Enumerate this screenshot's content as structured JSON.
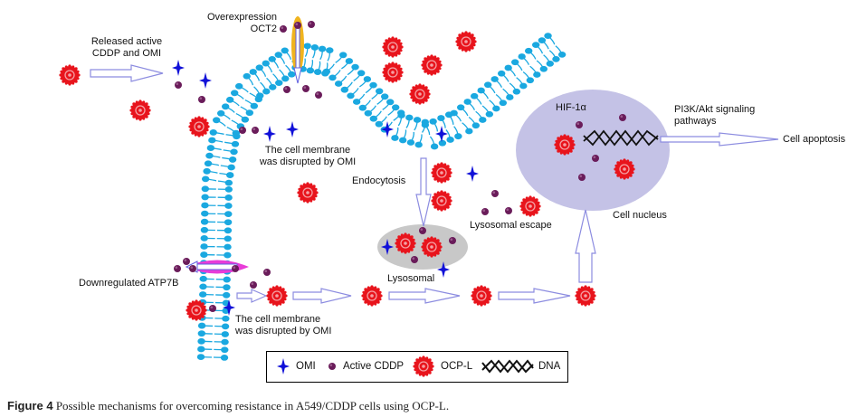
{
  "figure": {
    "caption_label": "Figure 4",
    "caption_text": " Possible mechanisms for overcoming resistance in A549/CDDP cells using OCP-L."
  },
  "labels": {
    "released_line1": "Released active",
    "released_line2": "CDDP and OMI",
    "overexpression_line1": "Overexpression",
    "overexpression_line2": "OCT2",
    "disrupted_top_line1": "The cell membrane",
    "disrupted_top_line2": "was disrupted by OMI",
    "endocytosis": "Endocytosis",
    "lysosomal_escape": "Lysosomal escape",
    "lysosomal": "Lysosomal",
    "downregulated": "Downregulated ATP7B",
    "disrupted_bottom_line1": "The cell membrane",
    "disrupted_bottom_line2": "was disrupted by OMI",
    "hif": "HIF-1α",
    "pi3k_line1": "PI3K/Akt signaling",
    "pi3k_line2": "pathways",
    "cell_apoptosis": "Cell apoptosis",
    "cell_nucleus": "Cell nucleus"
  },
  "legend": [
    {
      "icon": "omi-star-icon",
      "label": "OMI"
    },
    {
      "icon": "cddp-dot-icon",
      "label": "Active CDDP"
    },
    {
      "icon": "ocp-l-particle-icon",
      "label": "OCP-L"
    },
    {
      "icon": "dna-helix-icon",
      "label": "DNA"
    }
  ],
  "colors": {
    "membrane": "#1aa8e0",
    "ocp_l": "#e8141c",
    "cddp": "#6a1c5a",
    "omi": "#1010d8",
    "arrow": "#8c8ce0",
    "nucleus": "#c4c2e6",
    "lysosome": "#c8c8c8",
    "oct2": "#f0b41e",
    "atp7b": "#e83cd8"
  }
}
